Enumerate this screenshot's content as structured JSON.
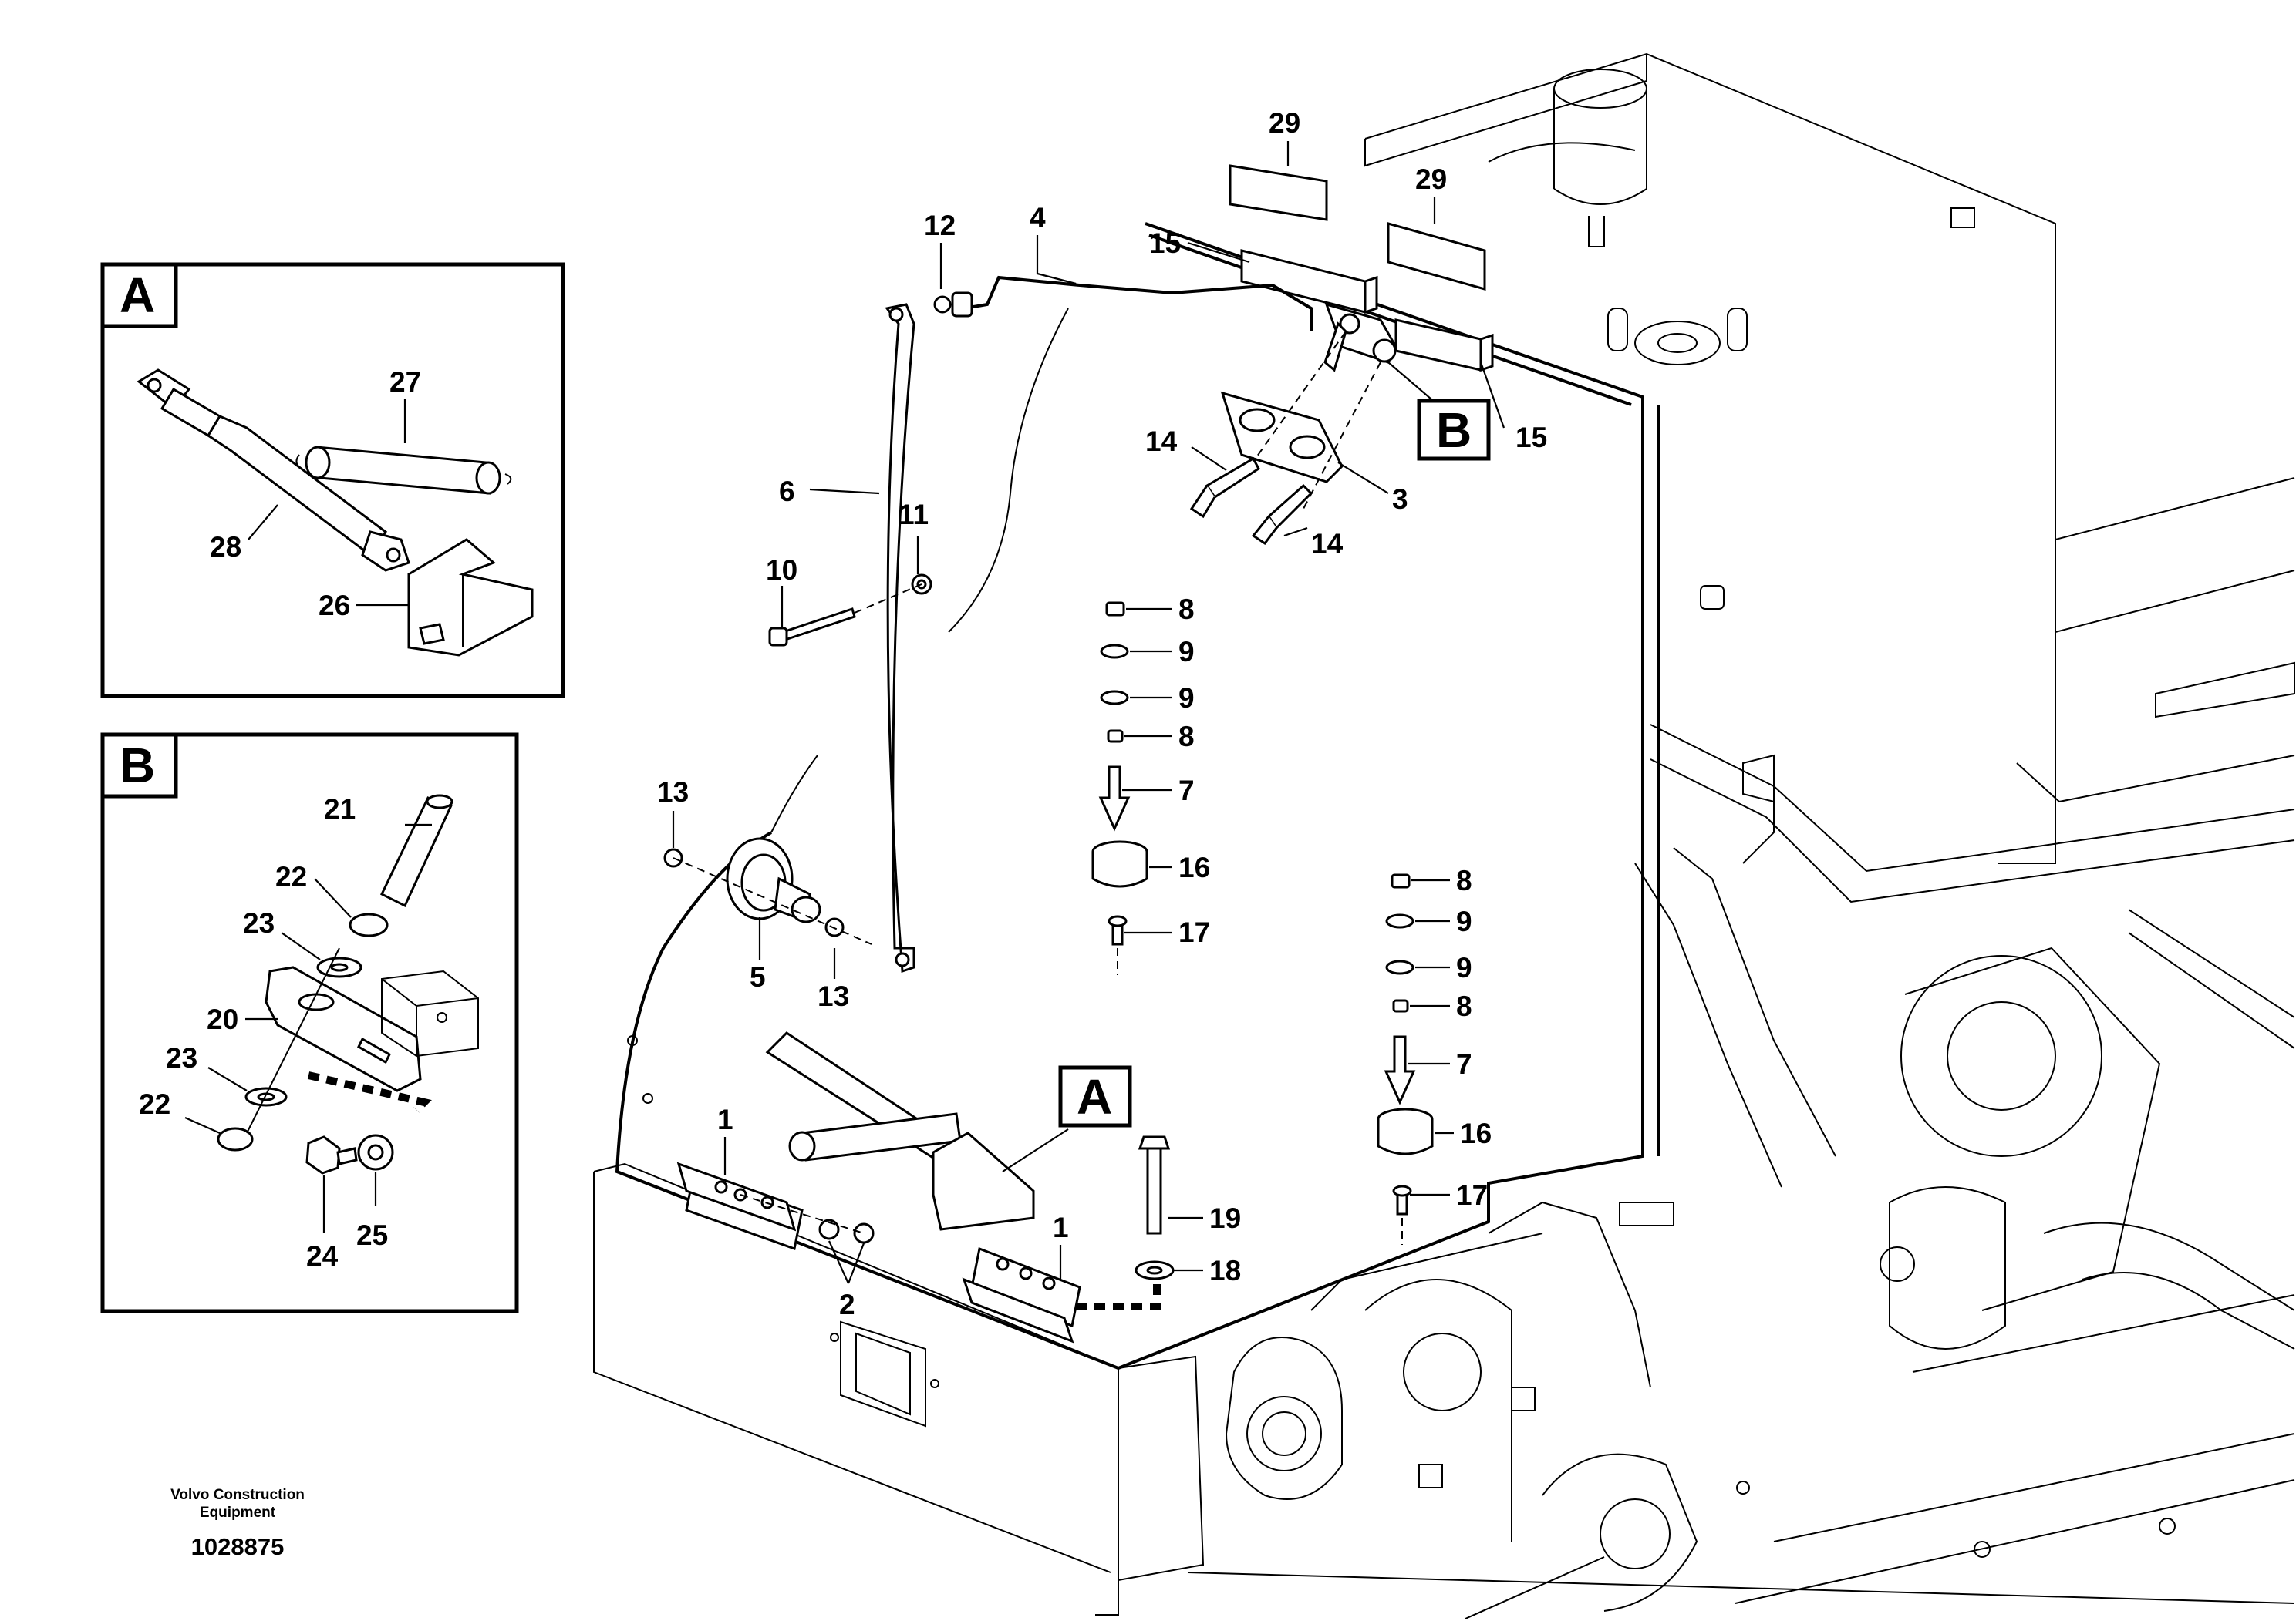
{
  "view_a": {
    "letter": "A",
    "parts": [
      "27",
      "28",
      "26"
    ]
  },
  "view_b": {
    "letter": "B",
    "parts": [
      "21",
      "22",
      "23",
      "20",
      "23",
      "22",
      "24",
      "25"
    ]
  },
  "main_labels": {
    "p29a": "29",
    "p29b": "29",
    "p4": "4",
    "p12": "12",
    "p15a": "15",
    "p15b": "15",
    "p14a": "14",
    "p14b": "14",
    "p3": "3",
    "p6": "6",
    "p11": "11",
    "p10": "10",
    "p8a": "8",
    "p9a": "9",
    "p9b": "9",
    "p8b": "8",
    "p7a": "7",
    "p16a": "16",
    "p17a": "17",
    "p13a": "13",
    "p13b": "13",
    "p5": "5",
    "p8c": "8",
    "p9c": "9",
    "p9d": "9",
    "p8d": "8",
    "p7b": "7",
    "p16b": "16",
    "p17b": "17",
    "p1a": "1",
    "p1b": "1",
    "p2": "2",
    "p19": "19",
    "p18": "18"
  },
  "marker_letters": {
    "a": "A",
    "b": "B"
  },
  "footer": {
    "credit_line1": "Volvo Construction",
    "credit_line2": "Equipment",
    "doc_number": "1028875"
  }
}
